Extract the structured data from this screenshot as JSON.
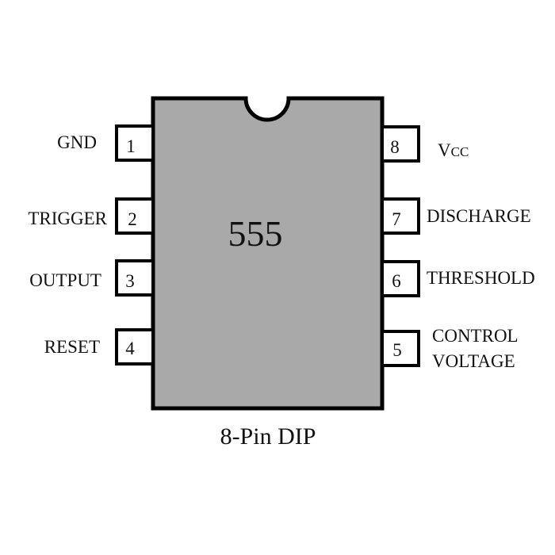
{
  "chip": {
    "name": "555",
    "package": "8-Pin DIP",
    "body_color": "#a9a9a9",
    "outline_color": "#000000"
  },
  "pins_left": [
    {
      "number": "1",
      "label": "GND"
    },
    {
      "number": "2",
      "label": "TRIGGER"
    },
    {
      "number": "3",
      "label": "OUTPUT"
    },
    {
      "number": "4",
      "label": "RESET"
    }
  ],
  "pins_right": [
    {
      "number": "8",
      "label": "V",
      "label_sub": "CC"
    },
    {
      "number": "7",
      "label": "DISCHARGE"
    },
    {
      "number": "6",
      "label": "THRESHOLD"
    },
    {
      "number": "5",
      "label": "CONTROL",
      "label2": "VOLTAGE"
    }
  ]
}
